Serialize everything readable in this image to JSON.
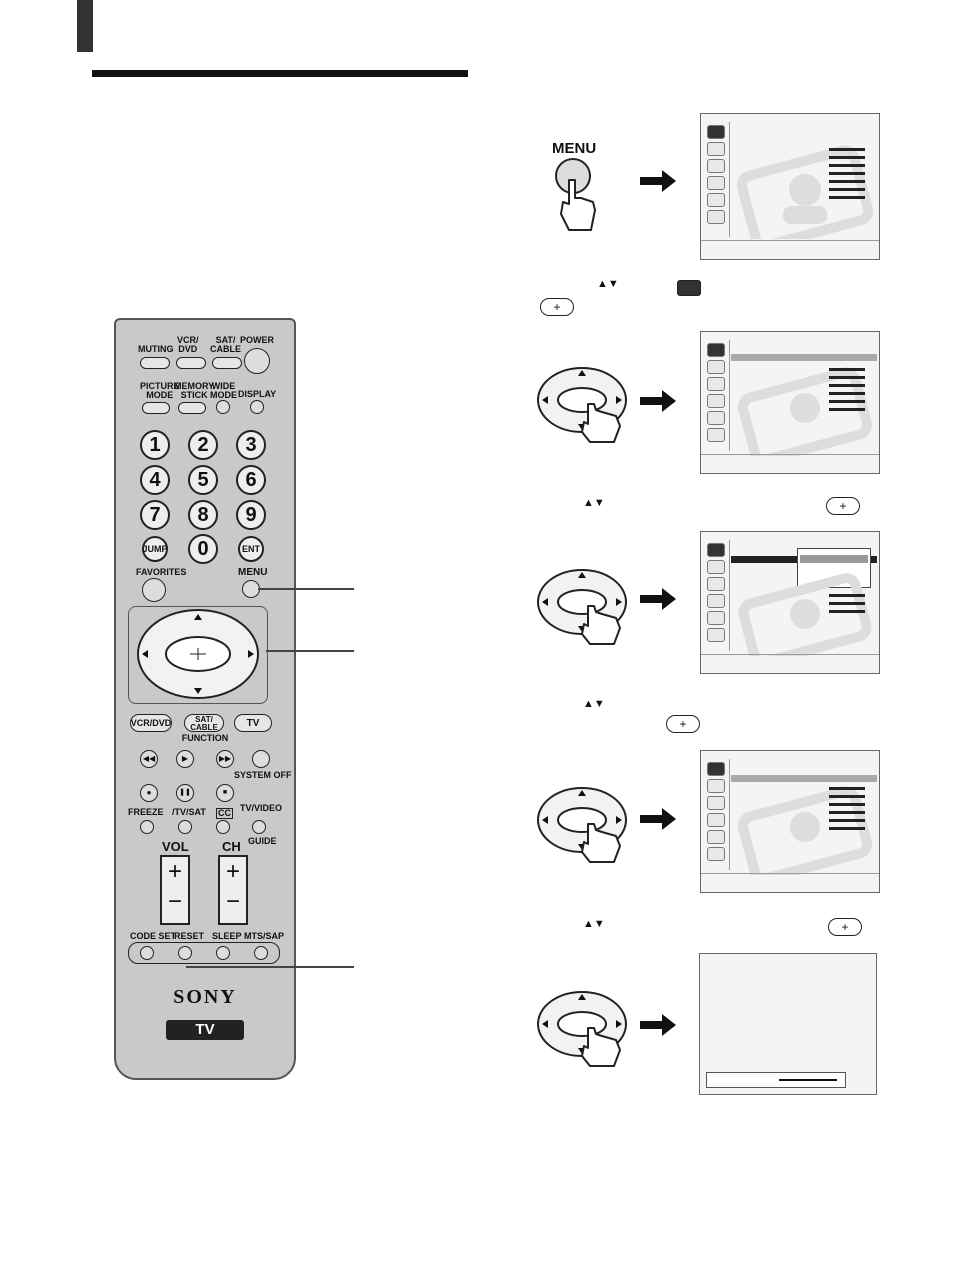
{
  "remote": {
    "row1": {
      "muting": "MUTING",
      "vcr_dvd": "VCR/\nDVD",
      "sat_cable": "SAT/\nCABLE",
      "power": "POWER"
    },
    "row2": {
      "picture_mode": "PICTURE\nMODE",
      "memory_stick": "MEMORY\nSTICK",
      "wide_mode": "WIDE\nMODE",
      "display": "DISPLAY"
    },
    "numbers": [
      "1",
      "2",
      "3",
      "4",
      "5",
      "6",
      "7",
      "8",
      "9"
    ],
    "jump": "JUMP",
    "zero": "0",
    "ent": "ENT",
    "favorites": "FAVORITES",
    "menu": "MENU",
    "function_keys": {
      "vcr_dvd": "VCR/DVD",
      "sat_cable": "SAT/\nCABLE",
      "tv": "TV",
      "function": "FUNCTION"
    },
    "system_off": "SYSTEM OFF",
    "freeze": "FREEZE",
    "tv_sat": "/TV/SAT",
    "cc": "CC",
    "tv_video": "TV/VIDEO",
    "guide": "GUIDE",
    "vol": "VOL",
    "ch": "CH",
    "bottom_row": {
      "code_set": "CODE SET",
      "reset": "RESET",
      "sleep": "SLEEP",
      "mts_sap": "MTS/SAP"
    },
    "brand": "SONY",
    "tv_badge": "TV"
  },
  "steps": {
    "menu_button_label": "MENU"
  },
  "icons": [
    "up-arrow-icon",
    "down-arrow-icon",
    "picture-icon",
    "enter-icon",
    "hand-pointer-icon",
    "right-arrow-icon"
  ]
}
